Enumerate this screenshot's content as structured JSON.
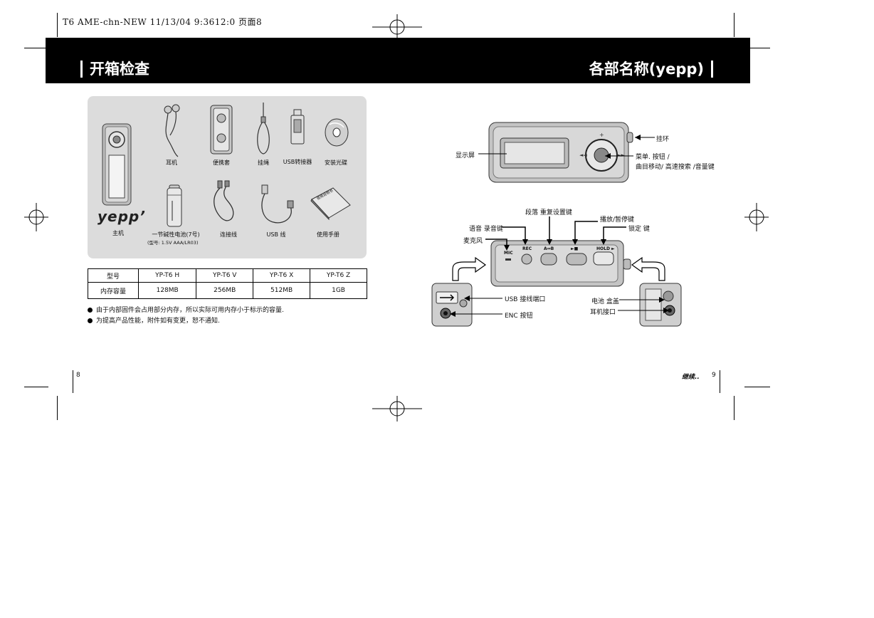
{
  "slug": "T6 AME-chn-NEW  11/13/04 9:3612:0  页面8",
  "header": {
    "left_title": "开箱检查",
    "right_title": "各部名称(yepp)"
  },
  "contents": {
    "brand": "yepp’",
    "items": [
      {
        "label": "主机"
      },
      {
        "label": "耳机"
      },
      {
        "label": "便携套"
      },
      {
        "label": "挂绳"
      },
      {
        "label": "USB转接器"
      },
      {
        "label": "安装光碟"
      },
      {
        "label": "一节碱性电池(7号)",
        "note": "(型号: 1.5V AAA/LR03)"
      },
      {
        "label": "连接线"
      },
      {
        "label": "USB 线"
      },
      {
        "label": "使用手册"
      }
    ],
    "manual_cover_text": "使用说明书"
  },
  "spec_table": {
    "header_row": [
      "型号",
      "YP-T6 H",
      "YP-T6 V",
      "YP-T6 X",
      "YP-T6 Z"
    ],
    "data_row": [
      "内存容量",
      "128MB",
      "256MB",
      "512MB",
      "1GB"
    ]
  },
  "notes": [
    "由于内部固件会占用部分内存，所以实际可用内存小于标示的容量.",
    "为提高产品性能，附件如有变更，恕不通知."
  ],
  "parts": {
    "display": "显示屏",
    "strap_ring": "挂环",
    "menu_line1": "菜单. 按钮 /",
    "menu_line2": "曲目移动/ 高速搜索 /音量键",
    "section_repeat": "段落 重复设置键",
    "play_pause": "播放/暂停键",
    "lock": "锁定 键",
    "voice_record": "语音 录音键",
    "mic": "麦克风",
    "usb_port": "USB 接线端口",
    "enc_button": "ENC 按钮",
    "battery_cover": "电池 盒盖",
    "earphone_jack": "耳机接口"
  },
  "device_labels": {
    "mic": "MIC",
    "rec": "REC",
    "ab": "A↔B",
    "play": "►■",
    "hold": "HOLD ►"
  },
  "footer": {
    "left_page": "8",
    "continued": "继续..",
    "right_page": "9"
  }
}
